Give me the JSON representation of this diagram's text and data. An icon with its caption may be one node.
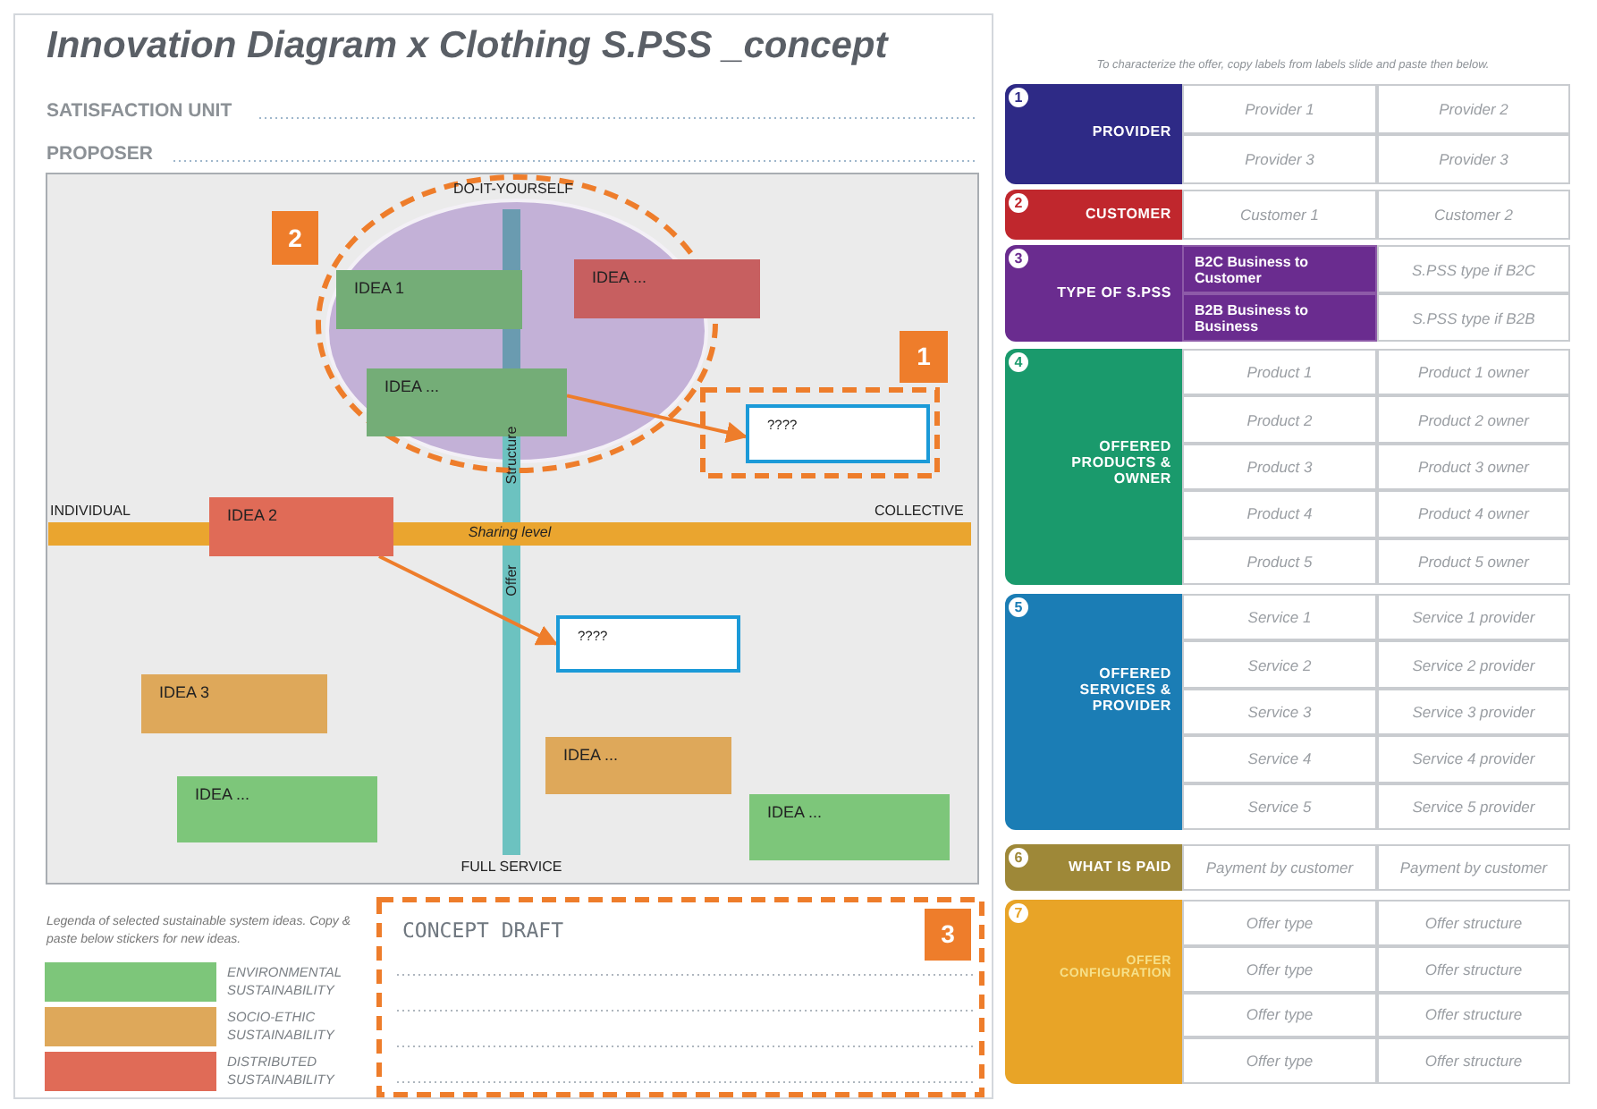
{
  "diagram": {
    "title": "Innovation Diagram x Clothing S.PSS _concept",
    "nodes": [
      {
        "text": [
          "IDEA 1"
        ]
      },
      {
        "text": [
          "IDEA ..."
        ]
      },
      {
        "text": [
          "IDEA ..."
        ]
      },
      {
        "text": [
          "????"
        ]
      },
      {
        "text": [
          "IDEA 2"
        ]
      },
      {
        "text": [
          "????"
        ]
      },
      {
        "text": [
          "IDEA 3"
        ]
      },
      {
        "text": [
          "IDEA ..."
        ]
      },
      {
        "text": [
          "IDEA ..."
        ]
      },
      {
        "text": [
          "IDEA ..."
        ]
      }
    ],
    "edges": [
      {
        "from": 2,
        "to": 3,
        "arrow": "to"
      },
      {
        "from": 4,
        "to": 5,
        "arrow": "to"
      }
    ],
    "labels": [
      "SATISFACTION UNIT",
      "PROPOSER",
      "DO-IT-YOURSELF",
      "2",
      "Structure",
      "1",
      "INDIVIDUAL",
      "COLLECTIVE",
      "Sharing level",
      "Offer",
      "FULL SERVICE",
      "Legenda of selected sustainable system ideas. Copy & paste below stickers for new ideas.",
      "CONCEPT DRAFT",
      "3",
      "To characterize the offer, copy labels from labels slide and paste then below.",
      "1",
      "PROVIDER",
      "Provider 1",
      "Provider 2",
      "Provider 3",
      "Provider 3",
      "2",
      "CUSTOMER",
      "Customer 1",
      "Customer 2",
      "3",
      "TYPE OF S.PSS",
      "B2C Business to Customer",
      "S.PSS type if B2C",
      "B2B Business to Business",
      "S.PSS type if B2B",
      "4",
      "OFFERED PRODUCTS & OWNER",
      "Product 1",
      "Product 1 owner",
      "Product 2",
      "Product 2 owner",
      "Product 3",
      "Product 3 owner",
      "Product 4",
      "Product 4 owner",
      "Product 5",
      "Product 5 owner",
      "5",
      "OFFERED SERVICES & PROVIDER",
      "Service 1",
      "Service 1 provider",
      "Service 2",
      "Service 2 provider",
      "Service 3",
      "Service 3 provider",
      "Service 4",
      "Service 4 provider",
      "Service 5",
      "Service 5 provider",
      "6",
      "WHAT IS PAID",
      "Payment by customer",
      "Payment by customer",
      "7",
      "OFFER CONFIGURATION",
      "Offer type",
      "Offer structure",
      "Offer type",
      "Offer structure",
      "Offer type",
      "Offer structure",
      "Offer type",
      "Offer structure"
    ],
    "legend": [
      {
        "text": "ENVIRONMENTAL SUSTAINABILITY",
        "color": "#7dc67a"
      },
      {
        "text": "SOCIO-ETHIC SUSTAINABILITY",
        "color": "#dea85a"
      },
      {
        "text": "DISTRIBUTED SUSTAINABILITY",
        "color": "#e06b57"
      }
    ]
  }
}
